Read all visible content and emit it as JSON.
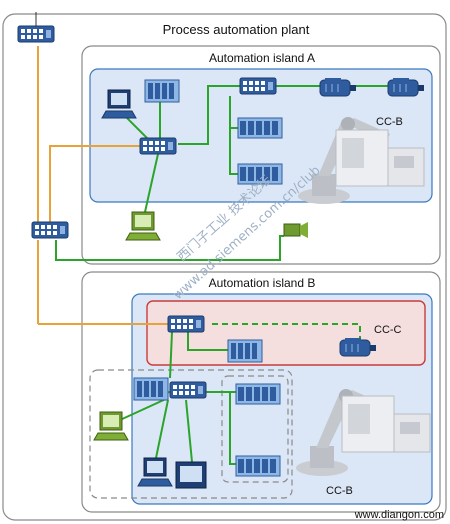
{
  "labels": {
    "plant": "Process automation plant",
    "island_a": "Automation island A",
    "island_b": "Automation island B",
    "cc_b_a": "CC-B",
    "cc_c": "CC-C",
    "cc_b_b": "CC-B"
  },
  "watermark": {
    "line1": "西门子工业 技术论坛",
    "line2": "www.ad.siemens.com.cn/club",
    "footer": "www.diangon.com"
  },
  "colors": {
    "ethernet_green": "#2aa52a",
    "profinet_orange": "#e7a33a",
    "cc_c_red": "#c83c3c",
    "island_blue": "#dbe7f6"
  }
}
